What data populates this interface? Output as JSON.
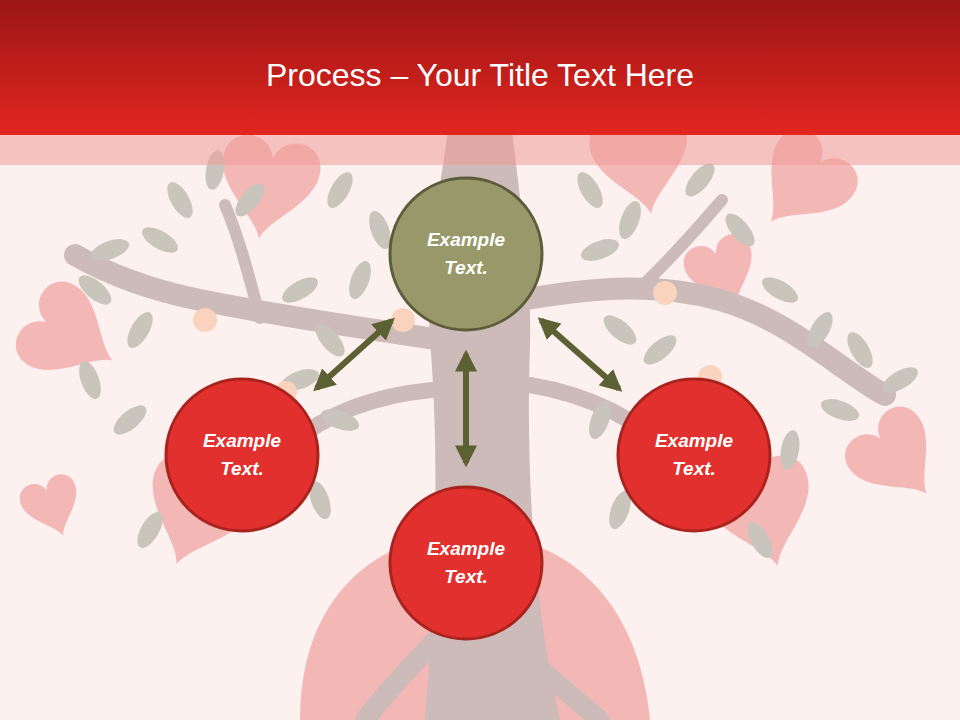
{
  "diagram": {
    "title": "Process – Your Title Text Here",
    "nodes": [
      {
        "text": [
          "Example Text."
        ]
      },
      {
        "text": [
          "Example Text."
        ]
      },
      {
        "text": [
          "Example Text."
        ]
      },
      {
        "text": [
          "Example Text."
        ]
      }
    ],
    "edges": [
      {
        "from": 0,
        "to": 1,
        "arrow": "both"
      },
      {
        "from": 0,
        "to": 3,
        "arrow": "both"
      },
      {
        "from": 0,
        "to": 2,
        "arrow": "both"
      }
    ]
  }
}
